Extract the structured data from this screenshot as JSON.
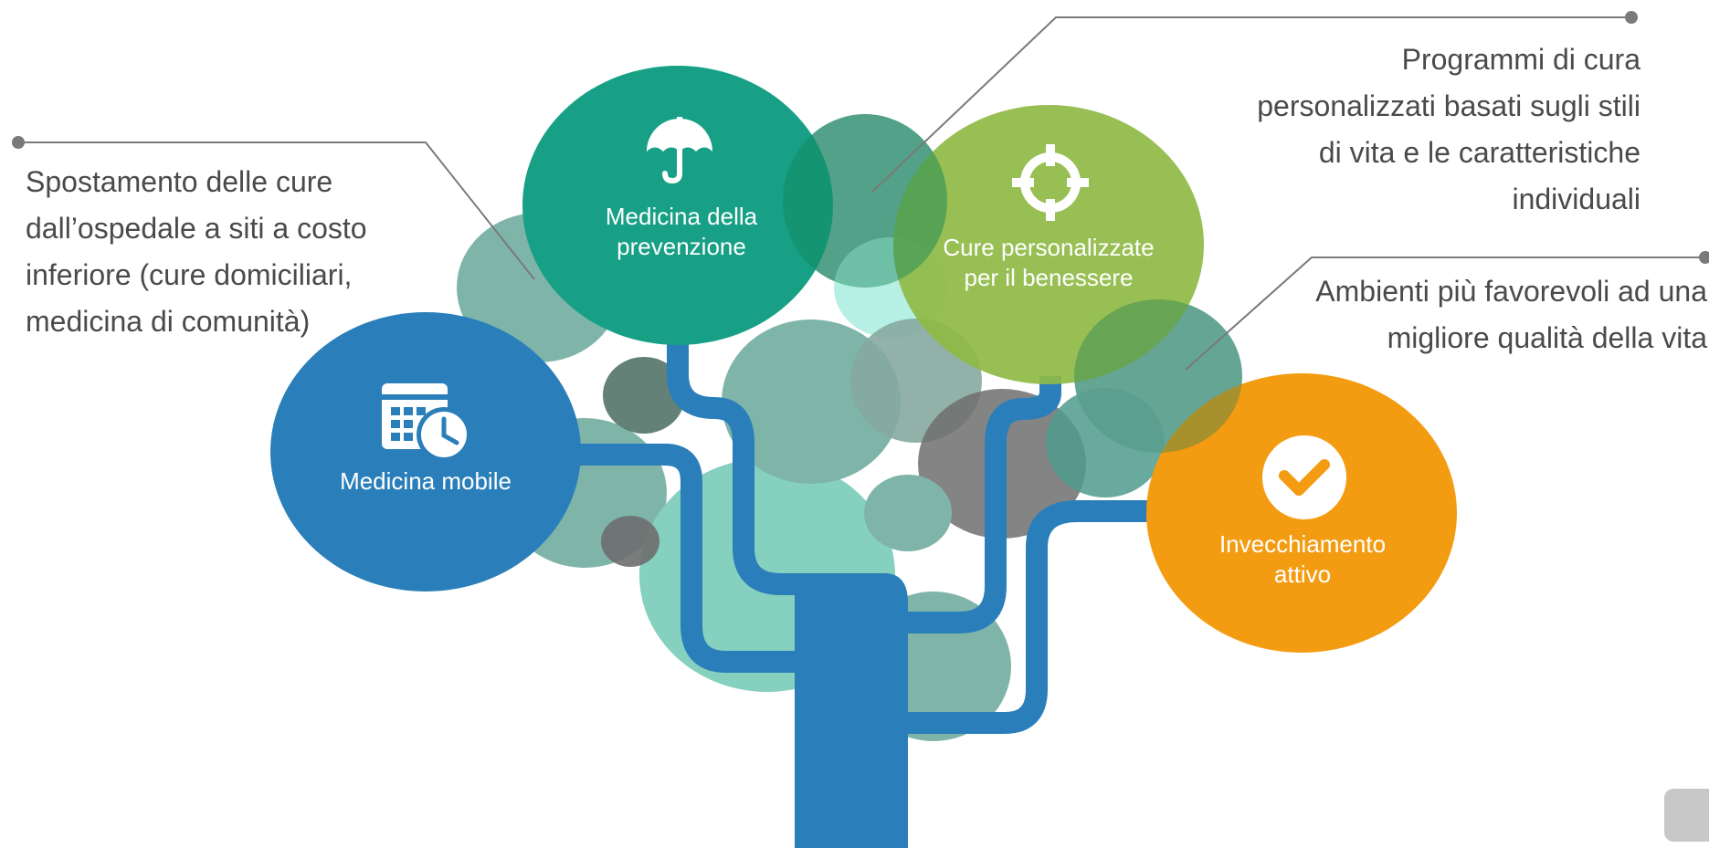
{
  "nodes": {
    "mobile": {
      "label": "Medicina mobile",
      "color": "#2a7fba",
      "icon": "calendar-clock-icon"
    },
    "prevention": {
      "label": "Medicina della\nprevenzione",
      "color": "#17a085",
      "icon": "umbrella-icon"
    },
    "personalized": {
      "label": "Cure personalizzate\nper il benessere",
      "color": "#8fba45",
      "icon": "crosshair-icon"
    },
    "aging": {
      "label": "Invecchiamento\nattivo",
      "color": "#f39c12",
      "icon": "check-circle-icon"
    }
  },
  "callouts": {
    "left": "Spostamento delle cure\ndall’ospedale a siti a costo\ninferiore (cure domiciliari,\nmedicina di comunità)",
    "top": "Programmi di cura\npersonalizzati basati sugli stili\ndi vita e le caratteristiche\nindividuali",
    "right": "Ambienti più favorevoli ad una\nmigliore qualità della vita"
  },
  "colors": {
    "trunk": "#2a7fba",
    "foliage_teal": "#7fb5a9",
    "foliage_mint": "#86d0c0",
    "foliage_dark": "#5b7a70",
    "foliage_grey": "#6e6e6e",
    "leader_line": "#7a7a7a",
    "text": "#4a4a4a"
  }
}
